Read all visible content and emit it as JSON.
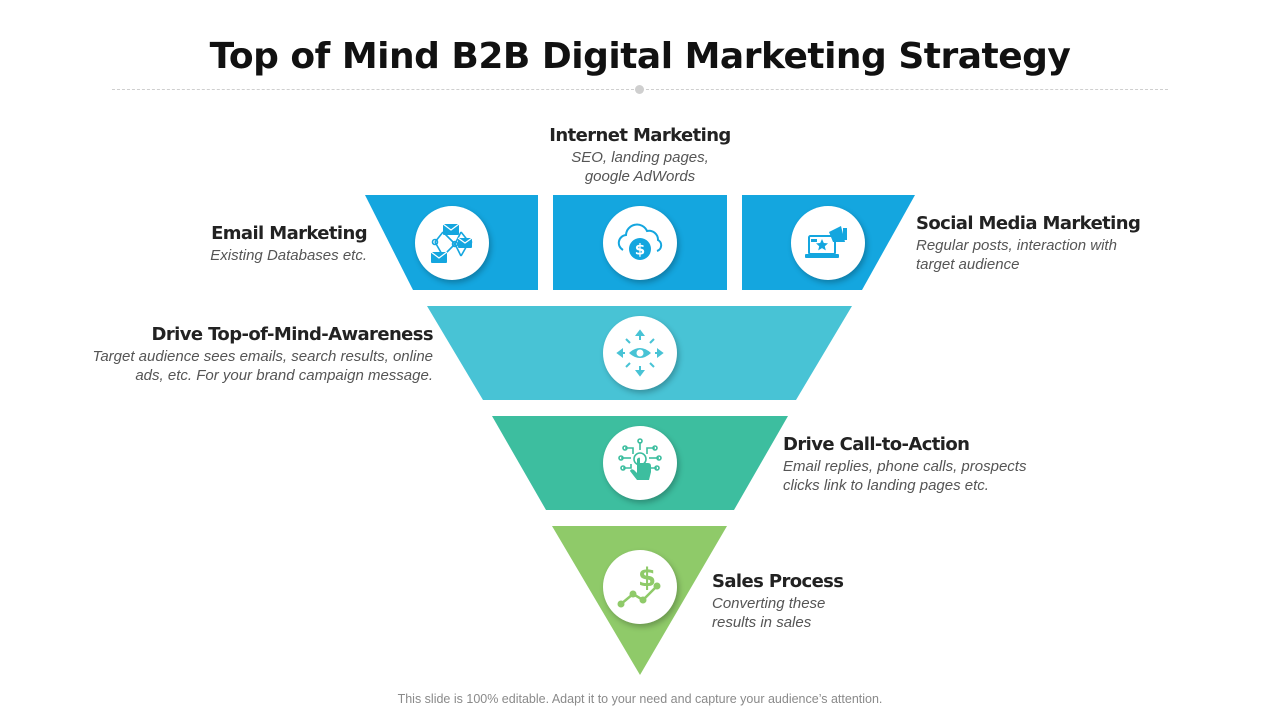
{
  "title": "Top of Mind B2B Digital Marketing Strategy",
  "footer": "This slide is 100% editable. Adapt it to your need and capture your audience’s attention.",
  "colors": {
    "blue": "#14A6DF",
    "cyan": "#48C3D5",
    "teal": "#3DBE9F",
    "green": "#8FCA69"
  },
  "stages": [
    {
      "heading": "Email Marketing",
      "description": "Existing Databases etc.",
      "icon": "email-network-icon"
    },
    {
      "heading": "Internet Marketing",
      "description": "SEO, landing pages,\ngoogle AdWords",
      "icon": "cloud-dollar-icon"
    },
    {
      "heading": "Social Media Marketing",
      "description": "Regular posts, interaction with\ntarget audience",
      "icon": "megaphone-laptop-icon"
    },
    {
      "heading": "Drive Top-of-Mind-Awareness",
      "description": "Target audience sees emails, search results, online\nads, etc. For your brand campaign message.",
      "icon": "eye-awareness-icon"
    },
    {
      "heading": "Drive Call-to-Action",
      "description": "Email replies, phone calls, prospects\nclicks link to landing pages etc.",
      "icon": "tap-hand-icon"
    },
    {
      "heading": "Sales Process",
      "description": "Converting these\nresults in sales",
      "icon": "dollar-growth-icon"
    }
  ]
}
